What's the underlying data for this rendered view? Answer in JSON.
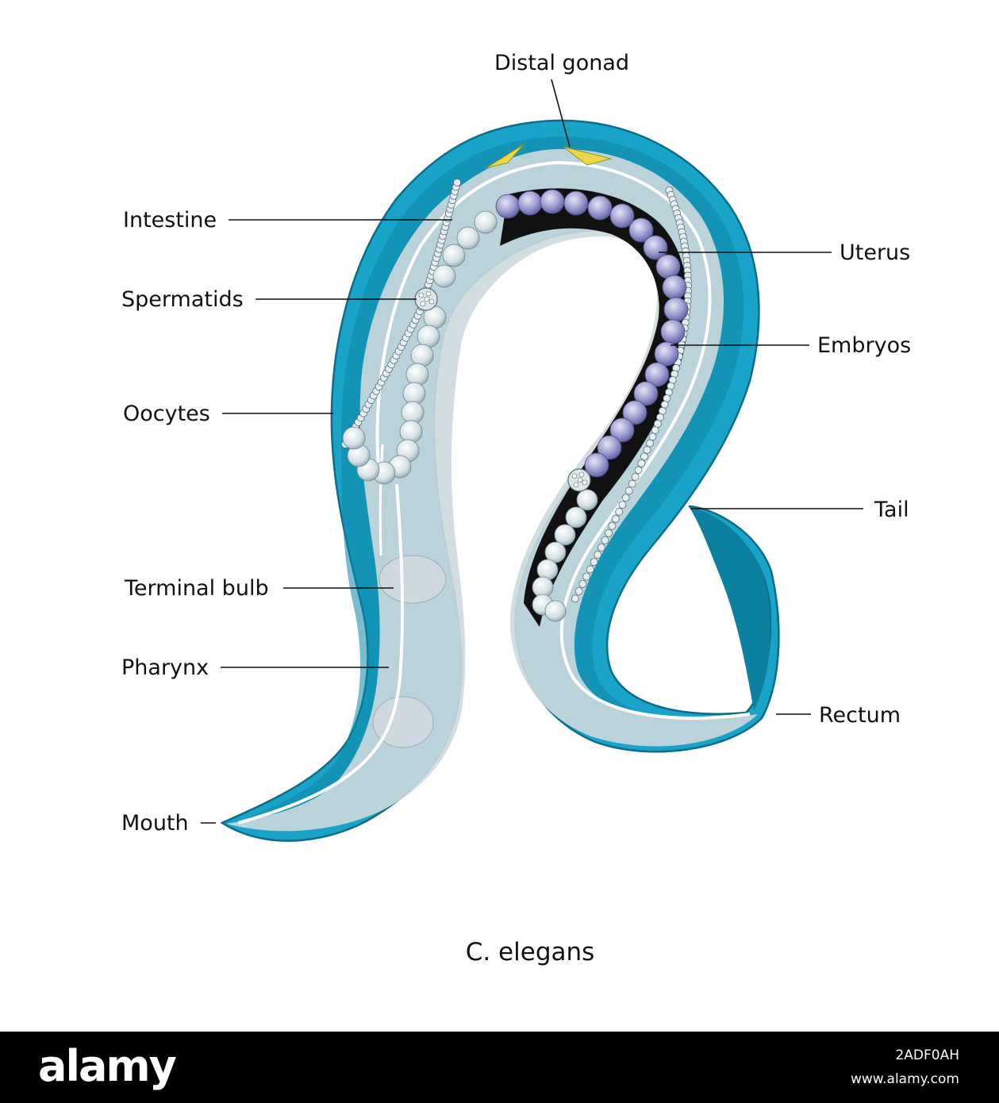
{
  "labels": {
    "distal_gonad": "Distal gonad",
    "intestine": "Intestine",
    "uterus": "Uterus",
    "spermatids": "Spermatids",
    "embryos": "Embryos",
    "oocytes": "Oocytes",
    "tail": "Tail",
    "terminal_bulb": "Terminal bulb",
    "pharynx": "Pharynx",
    "rectum": "Rectum",
    "mouth": "Mouth"
  },
  "caption": "C. elegans",
  "footer": {
    "brand": "alamy",
    "image_id": "2ADF0AH",
    "url": "www.alamy.com"
  },
  "colors": {
    "body": "#1aa3c8",
    "body_dark": "#0d7f9f",
    "interior": "#cfdde3",
    "uterus": "#111111",
    "embryo": "#8f8fc4",
    "oocyte": "#d9e4e8",
    "gonad_tip": "#e8d84a"
  }
}
